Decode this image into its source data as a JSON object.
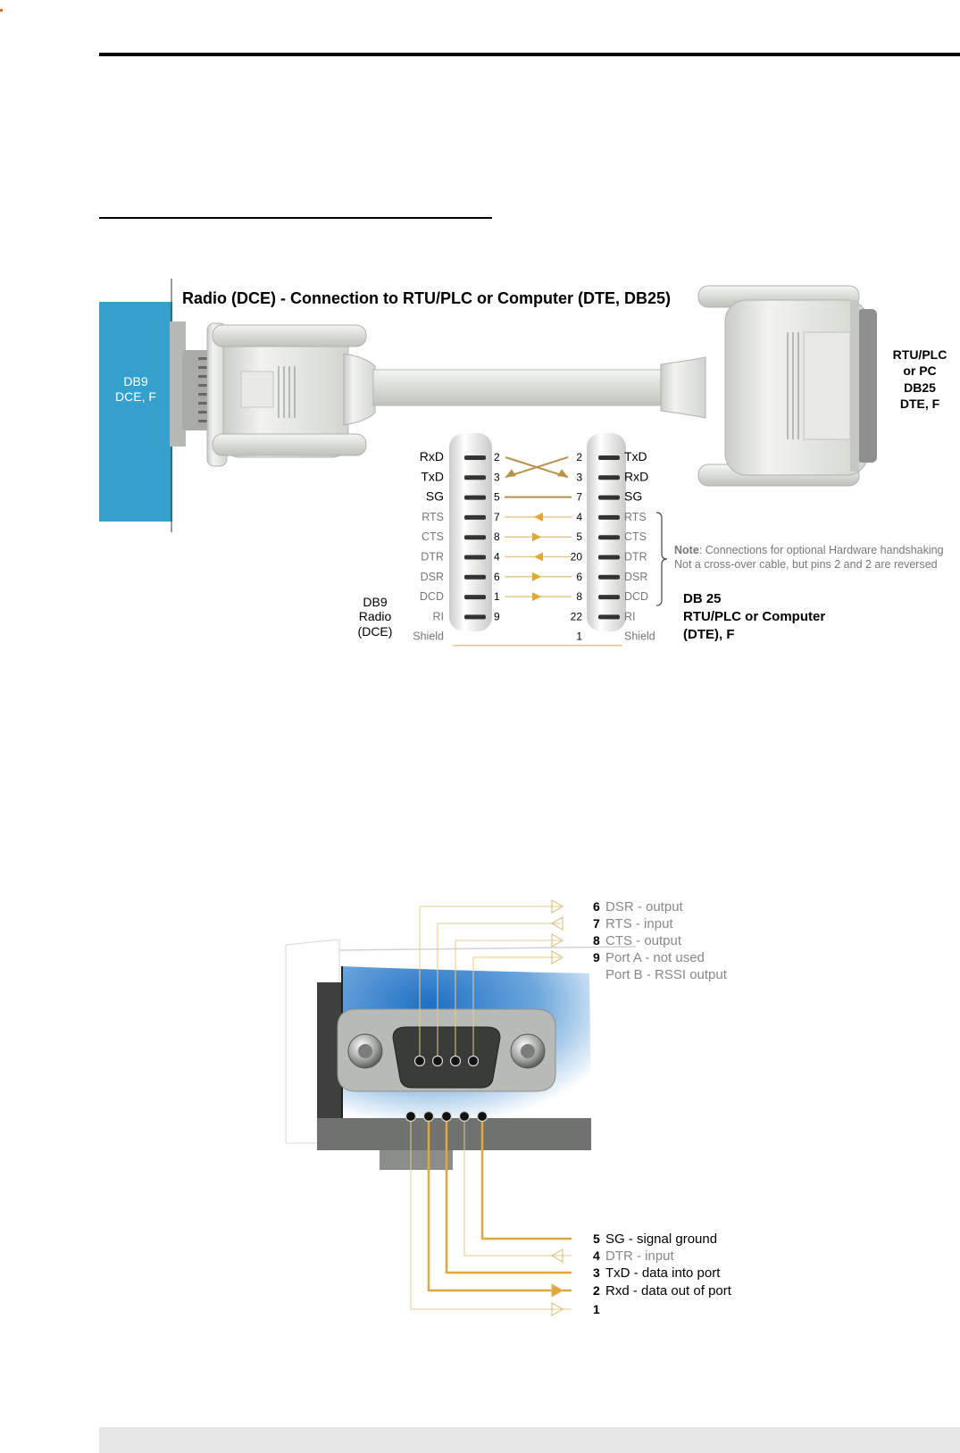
{
  "figure1": {
    "title": "Radio (DCE) - Connection to RTU/PLC or Computer (DTE, DB25)",
    "left_connector": [
      "DB9",
      "DCE, F"
    ],
    "right_connector": [
      "RTU/PLC",
      "or PC",
      "DB25",
      "DTE, F"
    ],
    "left_caption": [
      "DB9",
      "Radio",
      "(DCE)"
    ],
    "right_caption": [
      "DB 25",
      "RTU/PLC or Computer",
      "(DTE), F"
    ],
    "note_label": "Note",
    "note_line1": ": Connections for optional Hardware handshaking",
    "note_line2": "Not a cross-over cable, but pins 2 and 2 are reversed",
    "rows": [
      {
        "left_signal": "RxD",
        "left_pin": "2",
        "right_pin": "2",
        "right_signal": "TxD"
      },
      {
        "left_signal": "TxD",
        "left_pin": "3",
        "right_pin": "3",
        "right_signal": "RxD"
      },
      {
        "left_signal": "SG",
        "left_pin": "5",
        "right_pin": "7",
        "right_signal": "SG"
      },
      {
        "left_signal": "RTS",
        "left_pin": "7",
        "right_pin": "4",
        "right_signal": "RTS"
      },
      {
        "left_signal": "CTS",
        "left_pin": "8",
        "right_pin": "5",
        "right_signal": "CTS"
      },
      {
        "left_signal": "DTR",
        "left_pin": "4",
        "right_pin": "20",
        "right_signal": "DTR"
      },
      {
        "left_signal": "DSR",
        "left_pin": "6",
        "right_pin": "6",
        "right_signal": "DSR"
      },
      {
        "left_signal": "DCD",
        "left_pin": "1",
        "right_pin": "8",
        "right_signal": "DCD"
      },
      {
        "left_signal": "RI",
        "left_pin": "9",
        "right_pin": "22",
        "right_signal": "RI"
      },
      {
        "left_signal": "Shield",
        "left_pin": "",
        "right_pin": "1",
        "right_signal": "Shield"
      }
    ]
  },
  "figure2": {
    "top_pins": [
      {
        "num": "6",
        "label": "DSR - output"
      },
      {
        "num": "7",
        "label": "RTS - input"
      },
      {
        "num": "8",
        "label": "CTS - output"
      },
      {
        "num": "9",
        "label": "Port A - not used"
      }
    ],
    "top_extra": "Port B - RSSI output",
    "bottom_pins": [
      {
        "num": "5",
        "label": "SG - signal ground"
      },
      {
        "num": "4",
        "label": "DTR - input"
      },
      {
        "num": "3",
        "label": "TxD - data into port"
      },
      {
        "num": "2",
        "label": "Rxd - data out of port"
      },
      {
        "num": "1",
        "label": ""
      }
    ]
  },
  "colors": {
    "blue_panel": "#35a0cc",
    "gold": "#b8924a",
    "light_gold": "#e8c98a",
    "connector_gray": "#d8dbd6",
    "footer_gray": "#e6e6e6"
  }
}
